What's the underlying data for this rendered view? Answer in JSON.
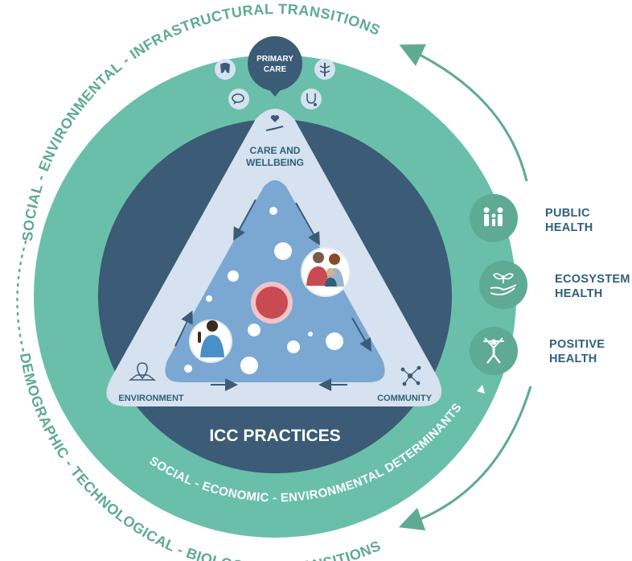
{
  "outer_ring": {
    "top_arc_text": "SOCIAL - ENVIRONMENTAL - INFRASTRUCTURAL TRANSITIONS",
    "bottom_arc_text": "DEMOGRAPHIC - TECHNOLOGICAL - BIOLOGICAL TRANSITIONS"
  },
  "inner_ring": {
    "arc_text": "SOCIAL - ECONOMIC - ENVIRONMENTAL DETERMINANTS"
  },
  "center": {
    "title": "ICC PRACTICES"
  },
  "primary_care": {
    "line1": "PRIMARY",
    "line2": "CARE",
    "icons": [
      "tooth-icon",
      "caduceus-icon",
      "chat-icon",
      "stethoscope-icon"
    ]
  },
  "triangle": {
    "top": {
      "line1": "CARE AND",
      "line2": "WELLBEING",
      "icon": "hand-heart-icon"
    },
    "left": {
      "label": "ENVIRONMENT",
      "icon": "map-pin-icon"
    },
    "right": {
      "label": "COMMUNITY",
      "icon": "network-icon"
    }
  },
  "outcomes": [
    {
      "line1": "PUBLIC",
      "line2": "HEALTH",
      "icon": "family-icon"
    },
    {
      "line1": "ECOSYSTEM",
      "line2": "HEALTH",
      "icon": "plant-hand-icon"
    },
    {
      "line1": "POSITIVE",
      "line2": "HEALTH",
      "icon": "vitruvian-icon"
    }
  ],
  "colors": {
    "outer_green": "#6abfaa",
    "mid_green": "#5eaa93",
    "dark_navy": "#3b5b76",
    "triangle_light": "#d6e2ef",
    "triangle_inner": "#7aa8d3",
    "text_dark": "#2f5f7a",
    "accent_red": "#c94a52"
  }
}
